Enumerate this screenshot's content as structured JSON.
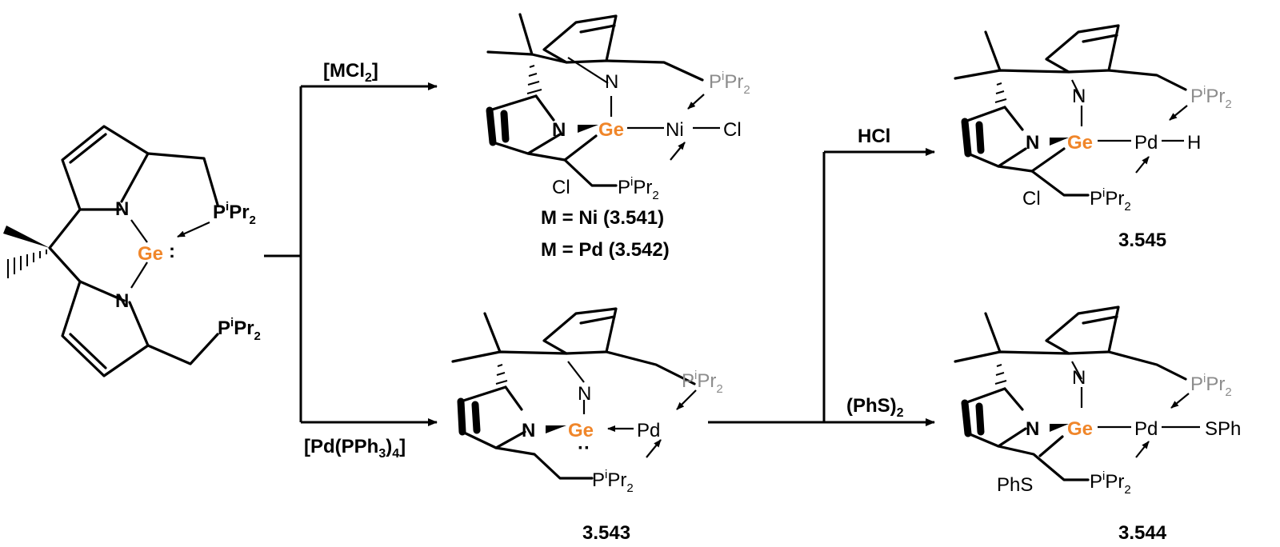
{
  "reagents": {
    "top": "[MCl",
    "top_sub": "2",
    "top_close": "]",
    "bottom": "[Pd(PPh",
    "bottom_sub": "3",
    "bottom_close": ")",
    "bottom_sub2": "4",
    "bottom_end": "]",
    "hcl": "HCl",
    "phs": "(PhS)",
    "phs_sub": "2"
  },
  "atoms": {
    "N": "N",
    "Ge": "Ge",
    "Ni": "Ni",
    "Pd": "Pd",
    "Cl": "Cl",
    "H": "H",
    "SPh": "SPh",
    "PhS": "PhS",
    "P": "P",
    "i": "i",
    "Pr": "Pr",
    "two": "2",
    "colon": ":",
    "lonepair": "··"
  },
  "labels": {
    "ni": "M = Ni (3.541)",
    "pd": "M = Pd (3.542)",
    "c543": "3.543",
    "c545": "3.545",
    "c544": "3.544"
  },
  "colors": {
    "germanium": "#f0862a",
    "phosphine_grey": "#8c8c8c"
  }
}
